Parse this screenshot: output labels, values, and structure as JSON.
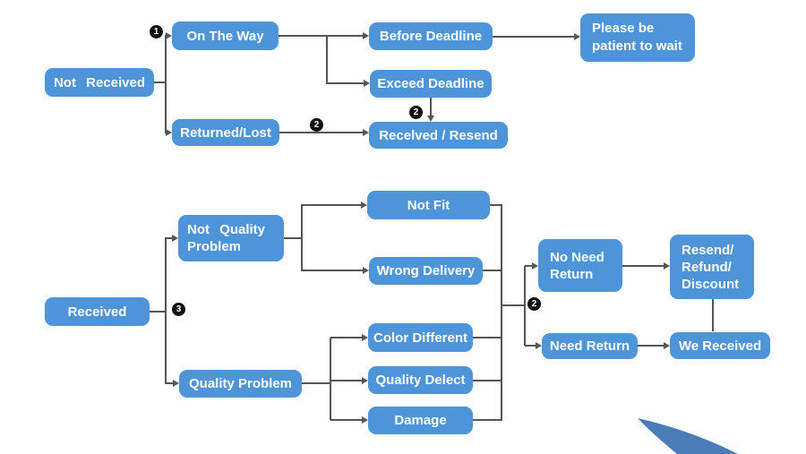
{
  "theme": {
    "bg_color": "#ffffff",
    "box_color": "#4e94d8",
    "text_color": "#ffffff",
    "line_color": "#555555",
    "marker_color": "#111111",
    "swoosh_color": "#4a7cb8"
  },
  "nodes": {
    "not_received": {
      "label": "Not Received"
    },
    "on_the_way": {
      "label": "On The Way"
    },
    "returned_lost": {
      "label": "Returned/Lost"
    },
    "before_deadline": {
      "label": "Before Deadline"
    },
    "exceed_deadline": {
      "label": "Exceed Deadline"
    },
    "received_resend": {
      "label": "Recelved / Resend"
    },
    "please_wait": {
      "label": "Please be\npatient to wait"
    },
    "received": {
      "label": "Received"
    },
    "not_quality_problem": {
      "label": "Not Quality\nProblem"
    },
    "quality_problem": {
      "label": "Quality Problem"
    },
    "not_fit": {
      "label": "Not Fit"
    },
    "wrong_delivery": {
      "label": "Wrong Delivery"
    },
    "color_different": {
      "label": "Color Different"
    },
    "quality_delect": {
      "label": "Quality Delect"
    },
    "damage": {
      "label": "Damage"
    },
    "no_need_return": {
      "label": "No Need\nReturn"
    },
    "need_return": {
      "label": "Need Return"
    },
    "resend_refund_discount": {
      "label": "Resend/\nRefund/\nDiscount"
    },
    "we_received": {
      "label": "We Received"
    }
  },
  "markers": {
    "step1": {
      "digit": "1"
    },
    "step2_returned": {
      "digit": "2"
    },
    "step2_exceed": {
      "digit": "2"
    },
    "step3_received": {
      "digit": "3"
    },
    "step2_junction": {
      "digit": "2"
    }
  }
}
